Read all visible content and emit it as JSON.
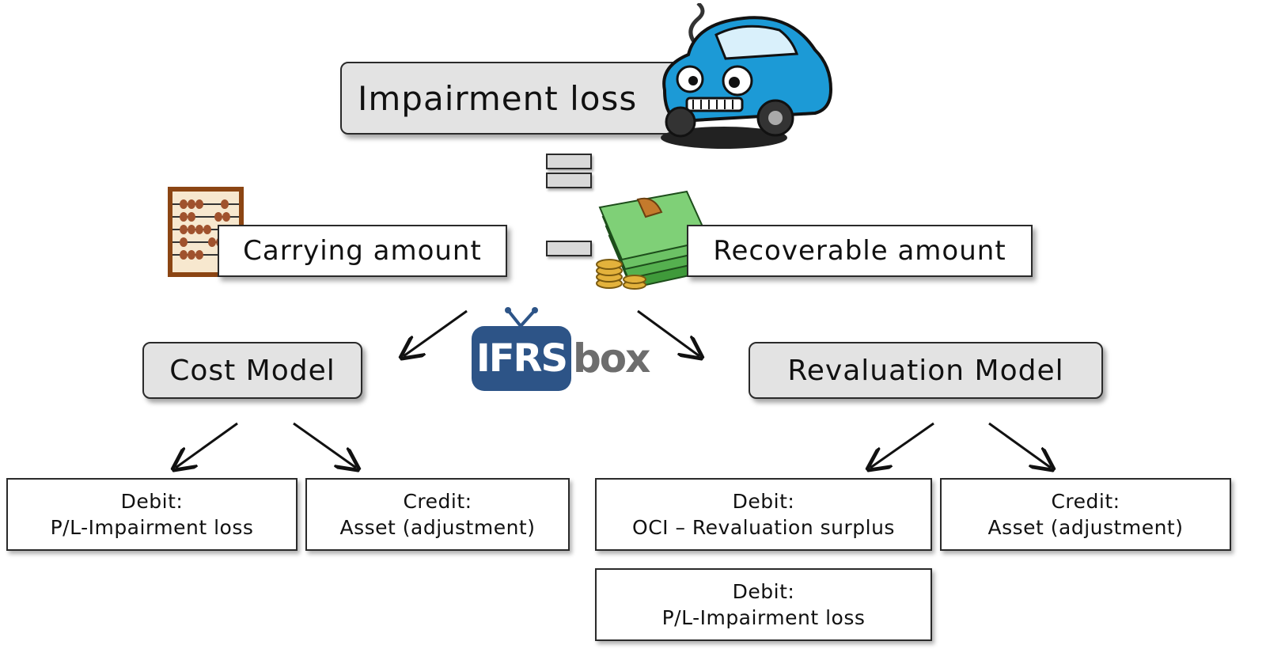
{
  "title": "Impairment loss",
  "formula": {
    "left": "Carrying amount",
    "right": "Recoverable amount"
  },
  "logo": {
    "part1": "IFRS",
    "part2": "box"
  },
  "models": {
    "cost": {
      "label": "Cost Model",
      "entries": [
        {
          "head": "Debit:",
          "body": "P/L-Impairment loss"
        },
        {
          "head": "Credit:",
          "body": "Asset (adjustment)"
        }
      ]
    },
    "revaluation": {
      "label": "Revaluation Model",
      "entries": [
        {
          "head": "Debit:",
          "body": "OCI – Revaluation surplus"
        },
        {
          "head": "Credit:",
          "body": "Asset (adjustment)"
        },
        {
          "head": "Debit:",
          "body": "P/L-Impairment loss"
        }
      ]
    }
  },
  "colors": {
    "box_fill": "#e3e3e3",
    "border": "#2a2a2a",
    "logo_blue": "#2d5487",
    "logo_grey": "#6d6d6d",
    "car_blue": "#1c9ad6",
    "money_green": "#3f9a3a",
    "abacus_wood": "#a0522d"
  },
  "icons": [
    "car-icon",
    "abacus-icon",
    "money-icon",
    "tv-antenna-icon"
  ]
}
